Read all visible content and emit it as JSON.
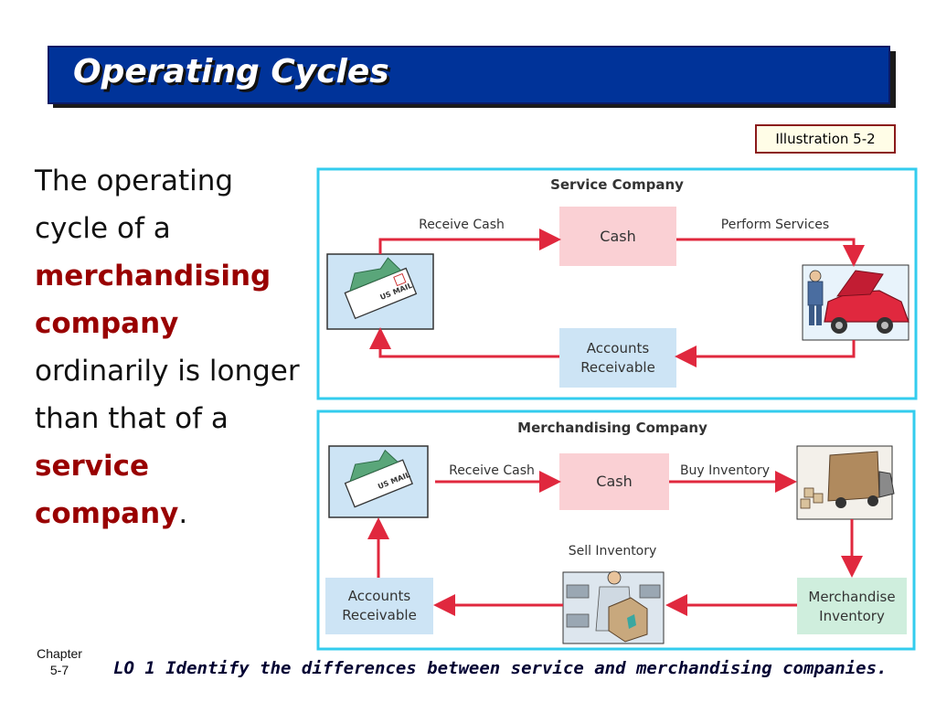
{
  "title": "Operating Cycles",
  "illustration_label": "Illustration 5-2",
  "body": {
    "part1": "The operating cycle of a ",
    "highlight1": "merchandising company",
    "part2": " ordinarily is longer than that of a ",
    "highlight2": "service company",
    "part3": "."
  },
  "service_diagram": {
    "heading": "Service Company",
    "cash_label": "Cash",
    "ar_label_line1": "Accounts",
    "ar_label_line2": "Receivable",
    "arrow_receive_cash": "Receive Cash",
    "arrow_perform_services": "Perform Services"
  },
  "merch_diagram": {
    "heading": "Merchandising Company",
    "cash_label": "Cash",
    "ar_label_line1": "Accounts",
    "ar_label_line2": "Receivable",
    "inventory_label_line1": "Merchandise",
    "inventory_label_line2": "Inventory",
    "arrow_receive_cash": "Receive Cash",
    "arrow_buy_inventory": "Buy Inventory",
    "arrow_sell_inventory": "Sell Inventory"
  },
  "footer": {
    "chapter_label": "Chapter",
    "chapter_number": "5-7",
    "learning_objective": "LO 1  Identify the differences between service and merchandising companies."
  },
  "colors": {
    "title_bar": "#003399",
    "frame_border": "#33ccee",
    "cash_box": "#fad0d4",
    "receivable_box": "#cde4f5",
    "inventory_box": "#cfeedd",
    "arrow": "#e0283e",
    "highlight_text": "#990000"
  }
}
